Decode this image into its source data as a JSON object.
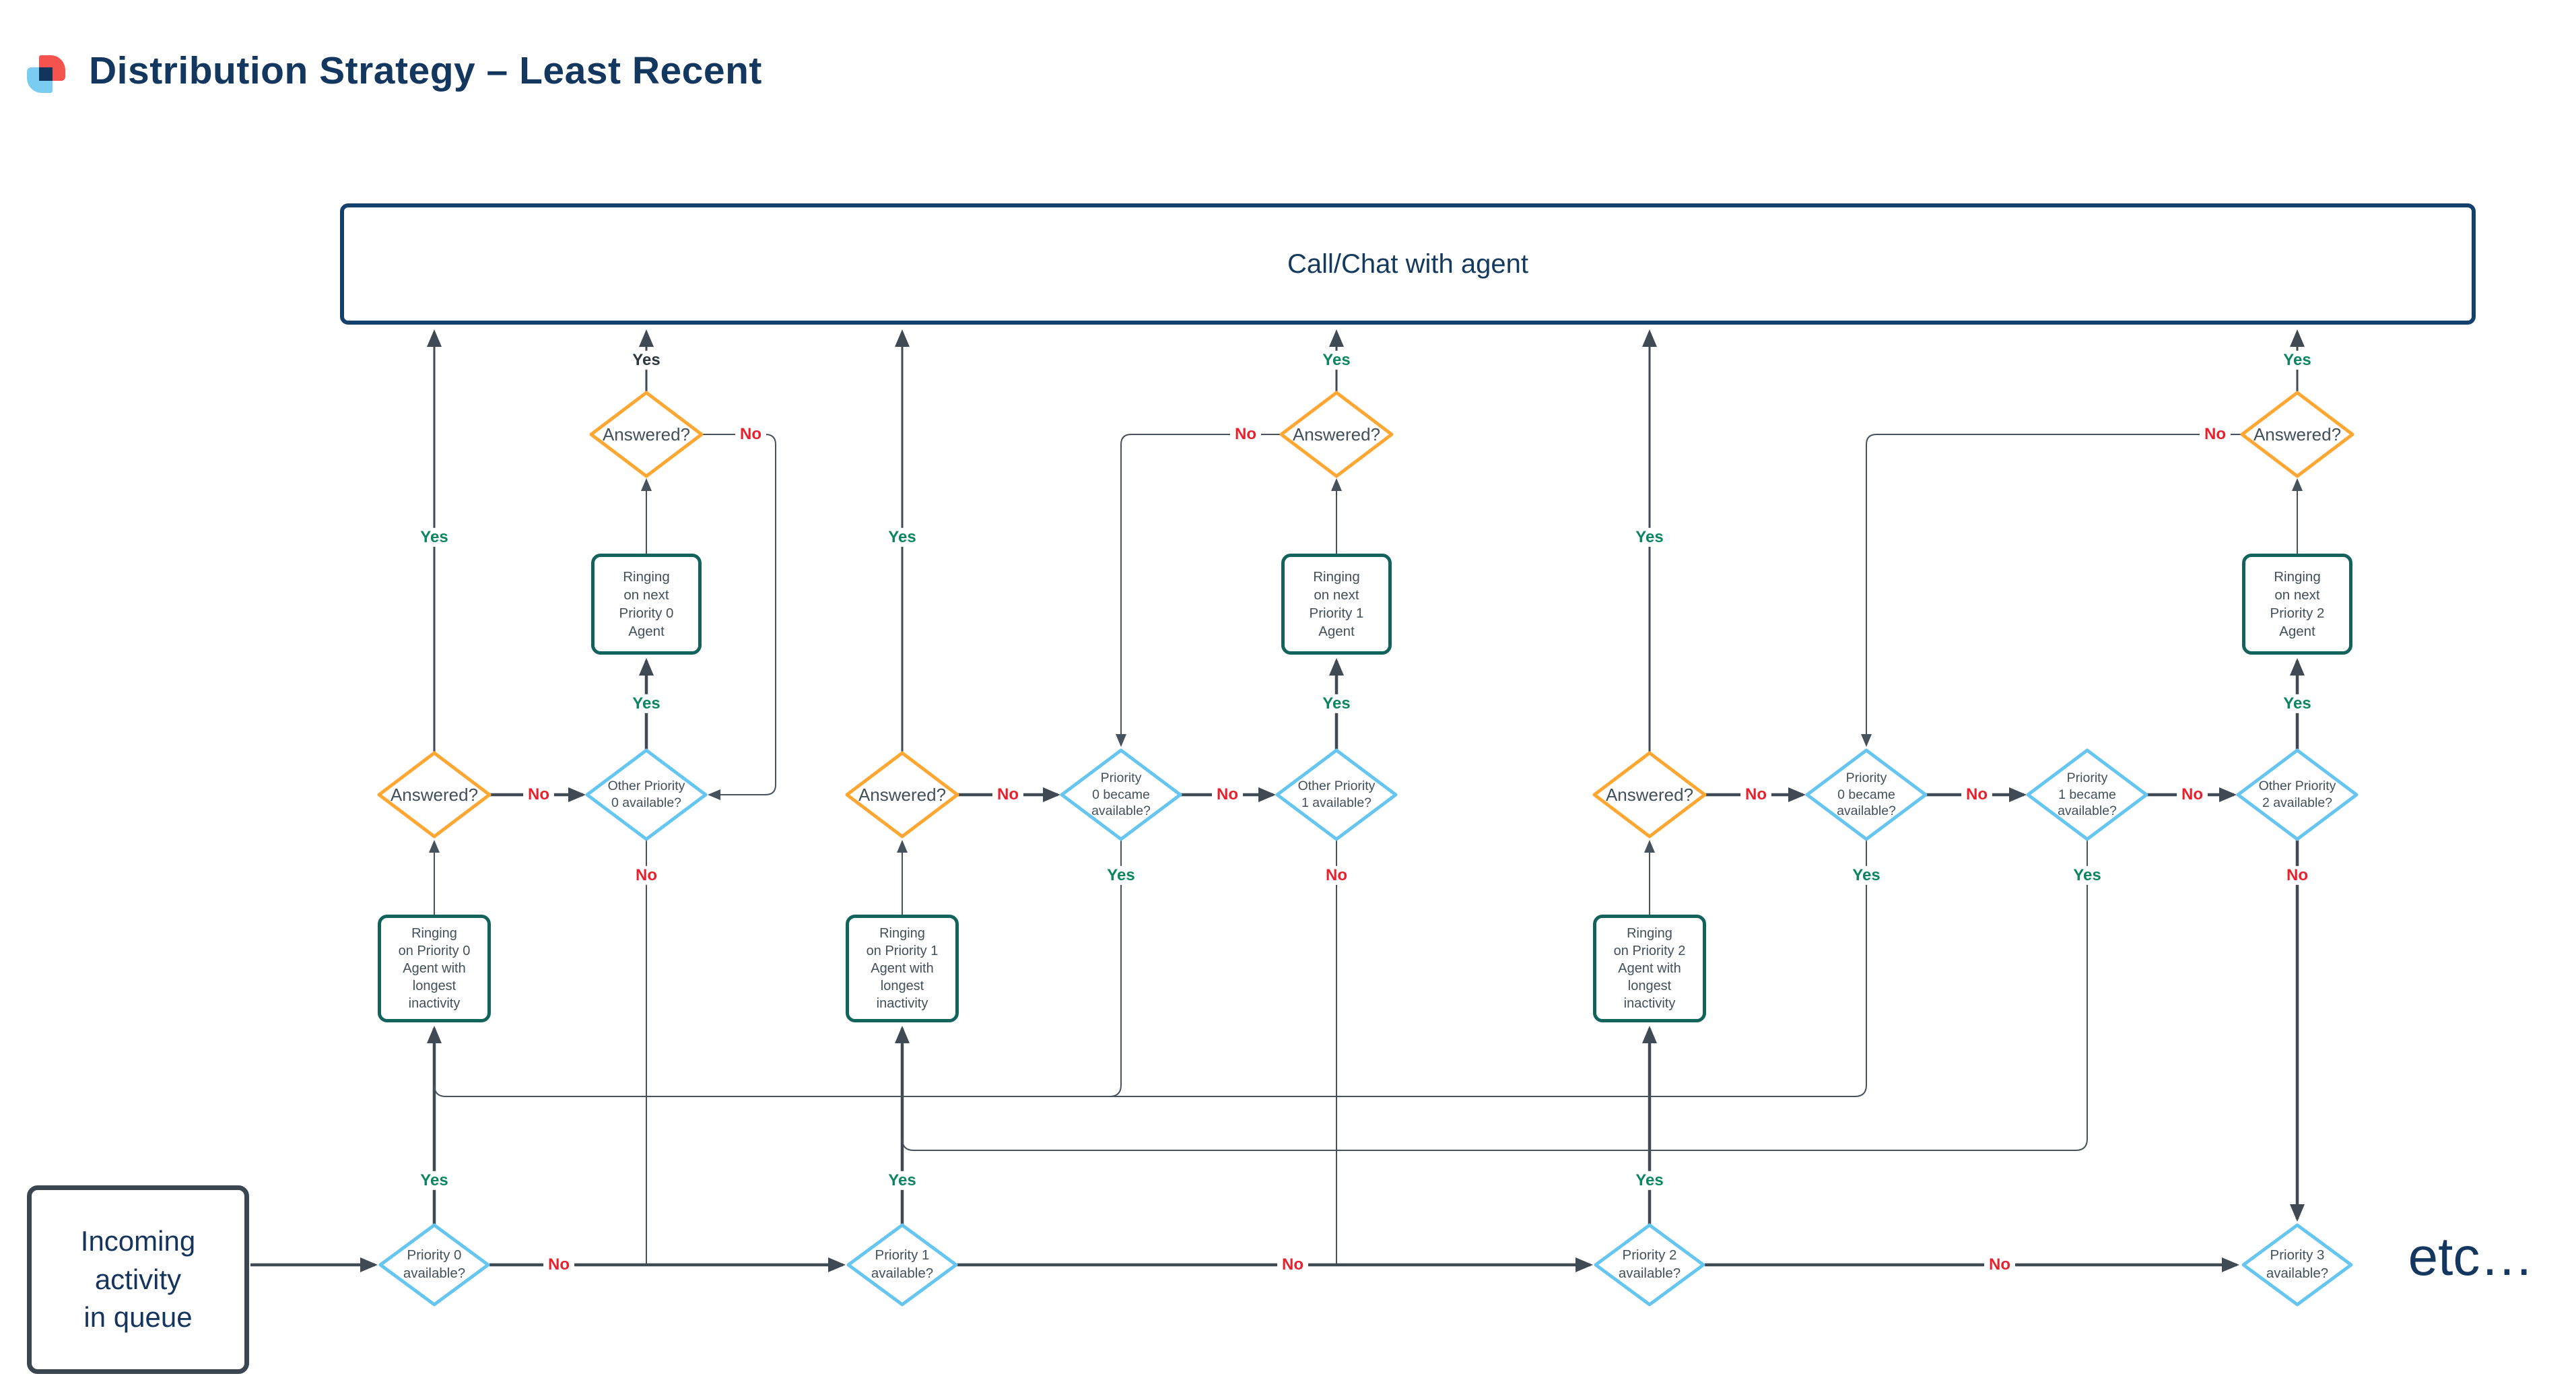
{
  "header": {
    "title": "Distribution Strategy – Least Recent",
    "logo": "overlapping-squares-logo"
  },
  "flowchart": {
    "terminal": {
      "call_chat": "Call/Chat with agent"
    },
    "start": {
      "incoming": [
        "Incoming",
        "activity",
        "in queue"
      ]
    },
    "etc_label": "etc…",
    "edge_labels": {
      "yes": "Yes",
      "no": "No"
    },
    "nodes": {
      "answered": "Answered?",
      "ringing_next_p0": [
        "Ringing",
        "on next",
        "Priority 0",
        "Agent"
      ],
      "ringing_next_p1": [
        "Ringing",
        "on next",
        "Priority 1",
        "Agent"
      ],
      "ringing_next_p2": [
        "Ringing",
        "on next",
        "Priority 2",
        "Agent"
      ],
      "ringing_longest_p0": [
        "Ringing",
        "on Priority 0",
        "Agent with",
        "longest",
        "inactivity"
      ],
      "ringing_longest_p1": [
        "Ringing",
        "on Priority 1",
        "Agent with",
        "longest",
        "inactivity"
      ],
      "ringing_longest_p2": [
        "Ringing",
        "on Priority 2",
        "Agent with",
        "longest",
        "inactivity"
      ],
      "other_p0": [
        "Other Priority",
        "0 available?"
      ],
      "other_p1": [
        "Other Priority",
        "1 available?"
      ],
      "other_p2": [
        "Other Priority",
        "2 available?"
      ],
      "became_p0": [
        "Priority",
        "0 became",
        "available?"
      ],
      "became_p1": [
        "Priority",
        "1 became",
        "available?"
      ],
      "avail_p0": [
        "Priority 0",
        "available?"
      ],
      "avail_p1": [
        "Priority 1",
        "available?"
      ],
      "avail_p2": [
        "Priority 2",
        "available?"
      ],
      "avail_p3": [
        "Priority 3",
        "available?"
      ]
    }
  },
  "colors": {
    "title_navy": "#14375f",
    "terminal_border_navy": "#14406e",
    "start_border_slate": "#3b4650",
    "decision_orange": "#ffa733",
    "decision_light_blue": "#66c6f0",
    "process_teal": "#11635c",
    "connector_slate": "#3f4a54",
    "yes_green": "#0c8562",
    "no_red": "#e8212e",
    "logo_red": "#f4534e",
    "logo_blue": "#7accf0",
    "logo_navy": "#12355e"
  }
}
